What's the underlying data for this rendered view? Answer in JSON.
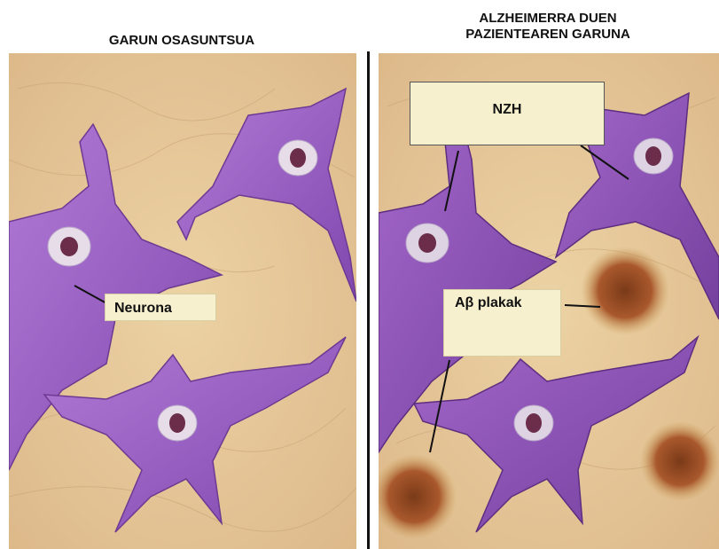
{
  "titles": {
    "left": "GARUN OSASUNTSUA",
    "right": "ALZHEIMERRA DUEN\nPAZIENTEAREN GARUNA"
  },
  "labels": {
    "neurona": "Neurona",
    "nzh": "NZH",
    "ab_plakak": "Aβ  plakak"
  },
  "colors": {
    "tissue": "#e6c795",
    "neuron": "#9a5fc4",
    "neuron_dark": "#6c3a92",
    "plaque": "#8a4a22",
    "label_bg": "#f7f0cf"
  }
}
